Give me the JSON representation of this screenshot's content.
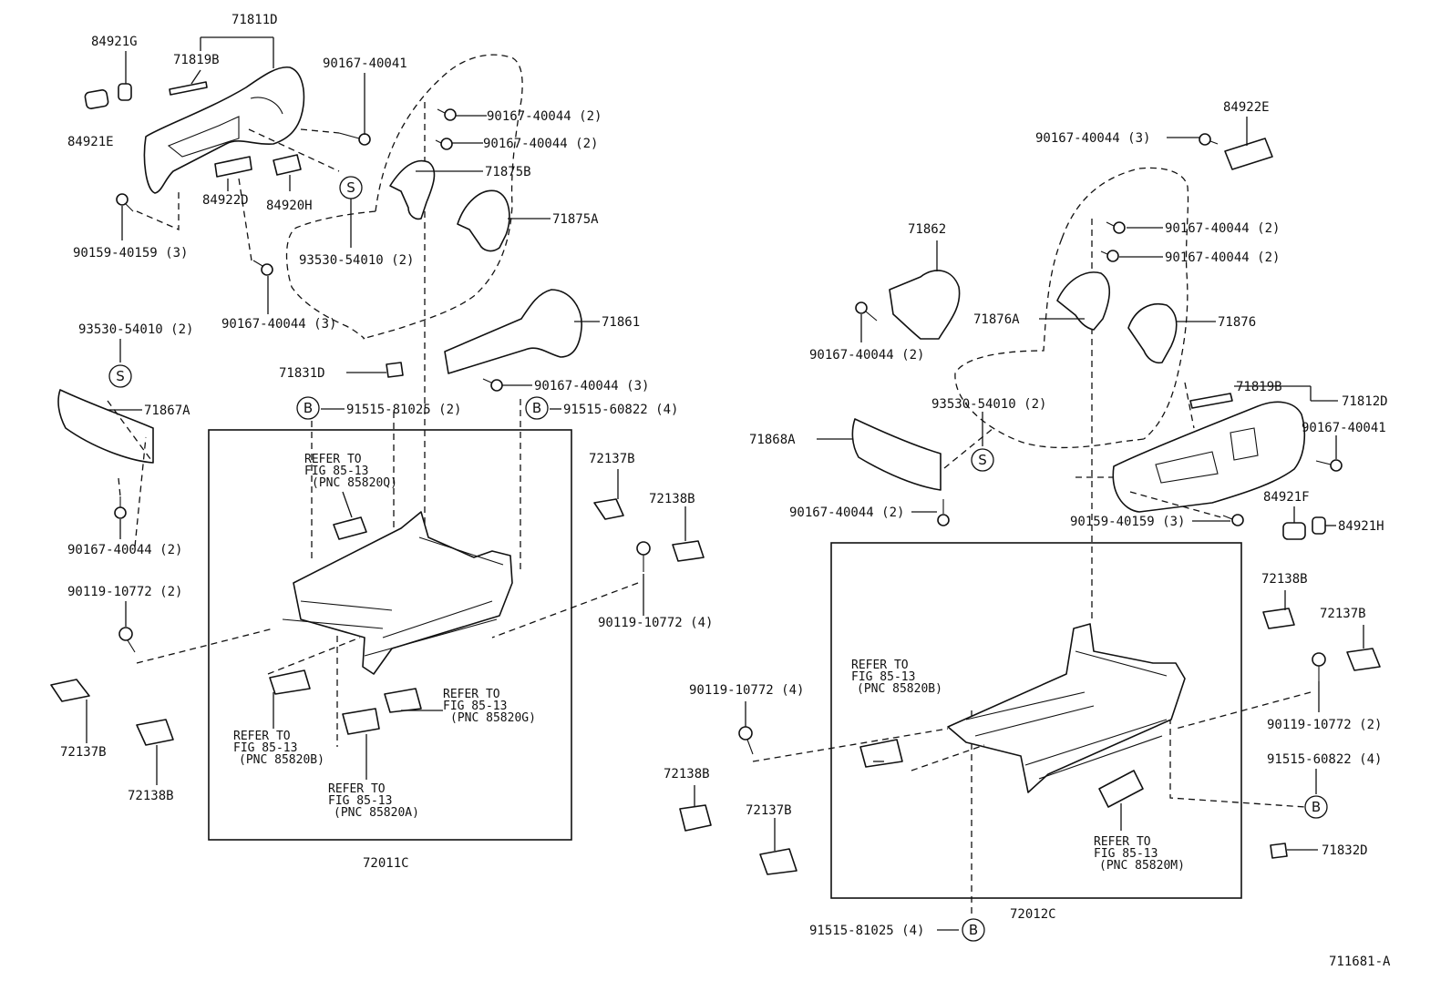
{
  "left_assembly": {
    "labels": [
      {
        "id": "l-71811d",
        "text": "71811D"
      },
      {
        "id": "l-84921g",
        "text": "84921G"
      },
      {
        "id": "l-71819b",
        "text": "71819B"
      },
      {
        "id": "l-90167-40041",
        "text": "90167-40041"
      },
      {
        "id": "l-84921e",
        "text": "84921E"
      },
      {
        "id": "l-90167-40044a",
        "text": "90167-40044 (2)"
      },
      {
        "id": "l-90167-40044b",
        "text": "90167-40044 (2)"
      },
      {
        "id": "l-71875b",
        "text": "71875B"
      },
      {
        "id": "l-84922d",
        "text": "84922D"
      },
      {
        "id": "l-84920h",
        "text": "84920H"
      },
      {
        "id": "l-71875a",
        "text": "71875A"
      },
      {
        "id": "l-90159-40159",
        "text": "90159-40159 (3)"
      },
      {
        "id": "l-93530-54010a",
        "text": "93530-54010 (2)"
      },
      {
        "id": "l-90167-40044c",
        "text": "90167-40044 (3)"
      },
      {
        "id": "l-71861",
        "text": "71861"
      },
      {
        "id": "l-93530-54010b",
        "text": "93530-54010 (2)"
      },
      {
        "id": "l-90167-40044d",
        "text": "90167-40044 (3)"
      },
      {
        "id": "l-71831d",
        "text": "71831D"
      },
      {
        "id": "l-91515-81025",
        "text": "91515-81025 (2)"
      },
      {
        "id": "l-91515-60822",
        "text": "91515-60822 (4)"
      },
      {
        "id": "l-71867a",
        "text": "71867A"
      },
      {
        "id": "l-72137b-a",
        "text": "72137B"
      },
      {
        "id": "l-72138b-a",
        "text": "72138B"
      },
      {
        "id": "l-90167-40044e",
        "text": "90167-40044 (2)"
      },
      {
        "id": "l-90119-10772a",
        "text": "90119-10772 (2)"
      },
      {
        "id": "l-90119-10772b",
        "text": "90119-10772 (4)"
      },
      {
        "id": "l-72137b-b",
        "text": "72137B"
      },
      {
        "id": "l-72138b-b",
        "text": "72138B"
      },
      {
        "id": "l-72011c",
        "text": "72011C"
      }
    ],
    "refer": [
      {
        "id": "ref-q",
        "lines": [
          "REFER TO",
          "FIG 85-13",
          "(PNC 85820Q)"
        ]
      },
      {
        "id": "ref-g",
        "lines": [
          "REFER TO",
          "FIG 85-13",
          "(PNC 85820G)"
        ]
      },
      {
        "id": "ref-b",
        "lines": [
          "REFER TO",
          "FIG 85-13",
          "(PNC 85820B)"
        ]
      },
      {
        "id": "ref-a",
        "lines": [
          "REFER TO",
          "FIG 85-13",
          "(PNC 85820A)"
        ]
      }
    ]
  },
  "right_assembly": {
    "labels": [
      {
        "id": "r-84922e",
        "text": "84922E"
      },
      {
        "id": "r-90167-40044a",
        "text": "90167-40044 (3)"
      },
      {
        "id": "r-90167-40044b",
        "text": "90167-40044 (2)"
      },
      {
        "id": "r-90167-40044c",
        "text": "90167-40044 (2)"
      },
      {
        "id": "r-71862",
        "text": "71862"
      },
      {
        "id": "r-71876a",
        "text": "71876A"
      },
      {
        "id": "r-71876",
        "text": "71876"
      },
      {
        "id": "r-90167-40044d",
        "text": "90167-40044 (2)"
      },
      {
        "id": "r-71819b",
        "text": "71819B"
      },
      {
        "id": "r-71812d",
        "text": "71812D"
      },
      {
        "id": "r-93530-54010",
        "text": "93530-54010 (2)"
      },
      {
        "id": "r-90167-40041",
        "text": "90167-40041"
      },
      {
        "id": "r-71868a",
        "text": "71868A"
      },
      {
        "id": "r-84921f",
        "text": "84921F"
      },
      {
        "id": "r-90167-40044e",
        "text": "90167-40044 (2)"
      },
      {
        "id": "r-90159-40159",
        "text": "90159-40159 (3)"
      },
      {
        "id": "r-84921h",
        "text": "84921H"
      },
      {
        "id": "r-72138b-a",
        "text": "72138B"
      },
      {
        "id": "r-72137b-a",
        "text": "72137B"
      },
      {
        "id": "r-90119-10772a",
        "text": "90119-10772 (4)"
      },
      {
        "id": "r-90119-10772b",
        "text": "90119-10772 (2)"
      },
      {
        "id": "r-91515-60822",
        "text": "91515-60822 (4)"
      },
      {
        "id": "r-72138b-b",
        "text": "72138B"
      },
      {
        "id": "r-72137b-b",
        "text": "72137B"
      },
      {
        "id": "r-71832d",
        "text": "71832D"
      },
      {
        "id": "r-91515-81025",
        "text": "91515-81025 (4)"
      },
      {
        "id": "r-72012c",
        "text": "72012C"
      }
    ],
    "refer": [
      {
        "id": "ref-rb",
        "lines": [
          "REFER TO",
          "FIG 85-13",
          "(PNC 85820B)"
        ]
      },
      {
        "id": "ref-rm",
        "lines": [
          "REFER TO",
          "FIG 85-13",
          "(PNC 85820M)"
        ]
      }
    ]
  },
  "markers": {
    "s": "S",
    "b": "B"
  },
  "figure_id": "711681-A"
}
